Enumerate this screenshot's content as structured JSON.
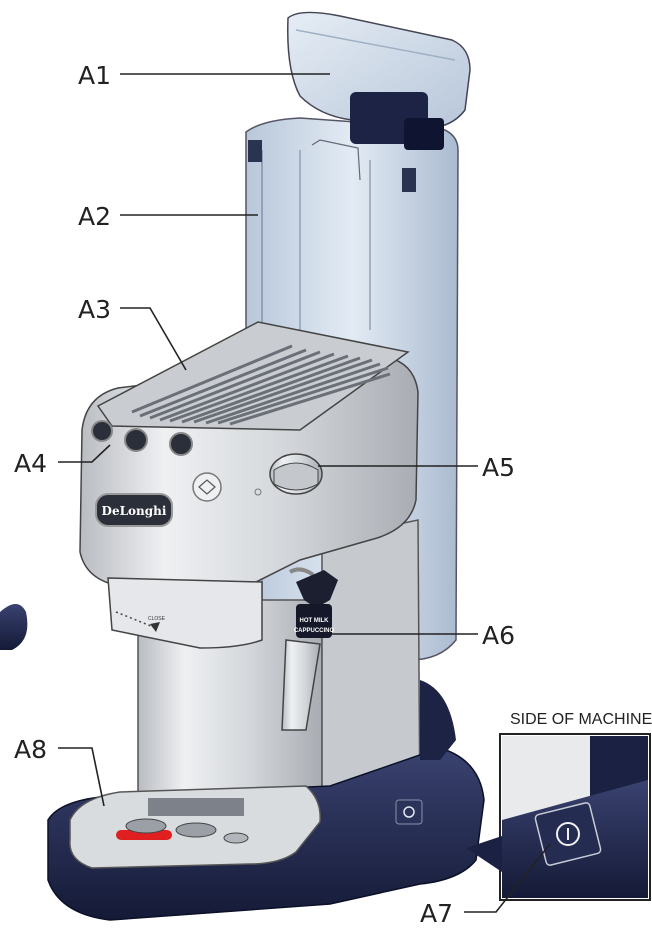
{
  "callouts": [
    {
      "id": "A1",
      "label": "A1"
    },
    {
      "id": "A2",
      "label": "A2"
    },
    {
      "id": "A3",
      "label": "A3"
    },
    {
      "id": "A4",
      "label": "A4"
    },
    {
      "id": "A5",
      "label": "A5"
    },
    {
      "id": "A6",
      "label": "A6"
    },
    {
      "id": "A7",
      "label": "A7"
    },
    {
      "id": "A8",
      "label": "A8"
    }
  ],
  "inset": {
    "title": "SIDE OF MACHINE"
  },
  "brand": {
    "name": "DeLonghi"
  },
  "wand_label": {
    "line1": "HOT MILK",
    "line2": "CAPPUCCINO"
  },
  "dial_labels": {
    "close": "CLOSE"
  },
  "colors": {
    "body_metal": "#d7d9dc",
    "tank_blue": "#c9d6e6",
    "base_navy": "#1f2648",
    "accent_red": "#e02020"
  }
}
